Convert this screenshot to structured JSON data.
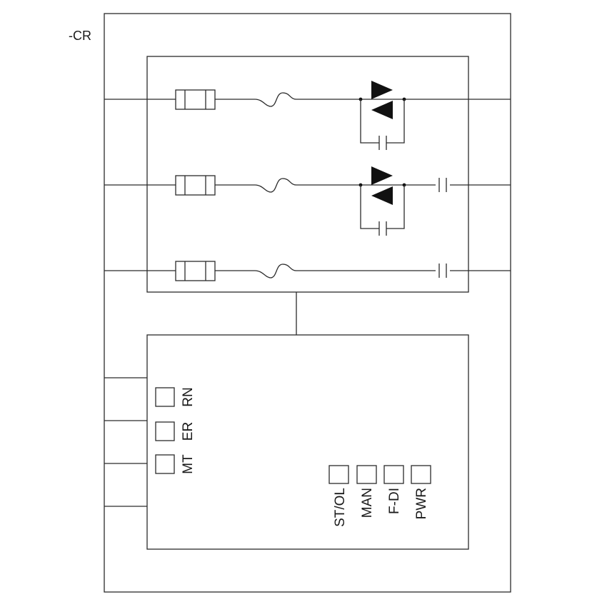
{
  "device": {
    "designation": "-CR"
  },
  "status_leds_left": [
    {
      "id": "rn",
      "label": "RN"
    },
    {
      "id": "er",
      "label": "ER"
    },
    {
      "id": "mt",
      "label": "MT"
    }
  ],
  "status_leds_bottom": [
    {
      "id": "st-ol",
      "label": "ST/OL"
    },
    {
      "id": "man",
      "label": "MAN"
    },
    {
      "id": "f-di",
      "label": "F-DI"
    },
    {
      "id": "pwr",
      "label": "PWR"
    }
  ],
  "colors": {
    "stroke": "#2b2b2b",
    "fill": "#111111",
    "background": "#ffffff"
  }
}
